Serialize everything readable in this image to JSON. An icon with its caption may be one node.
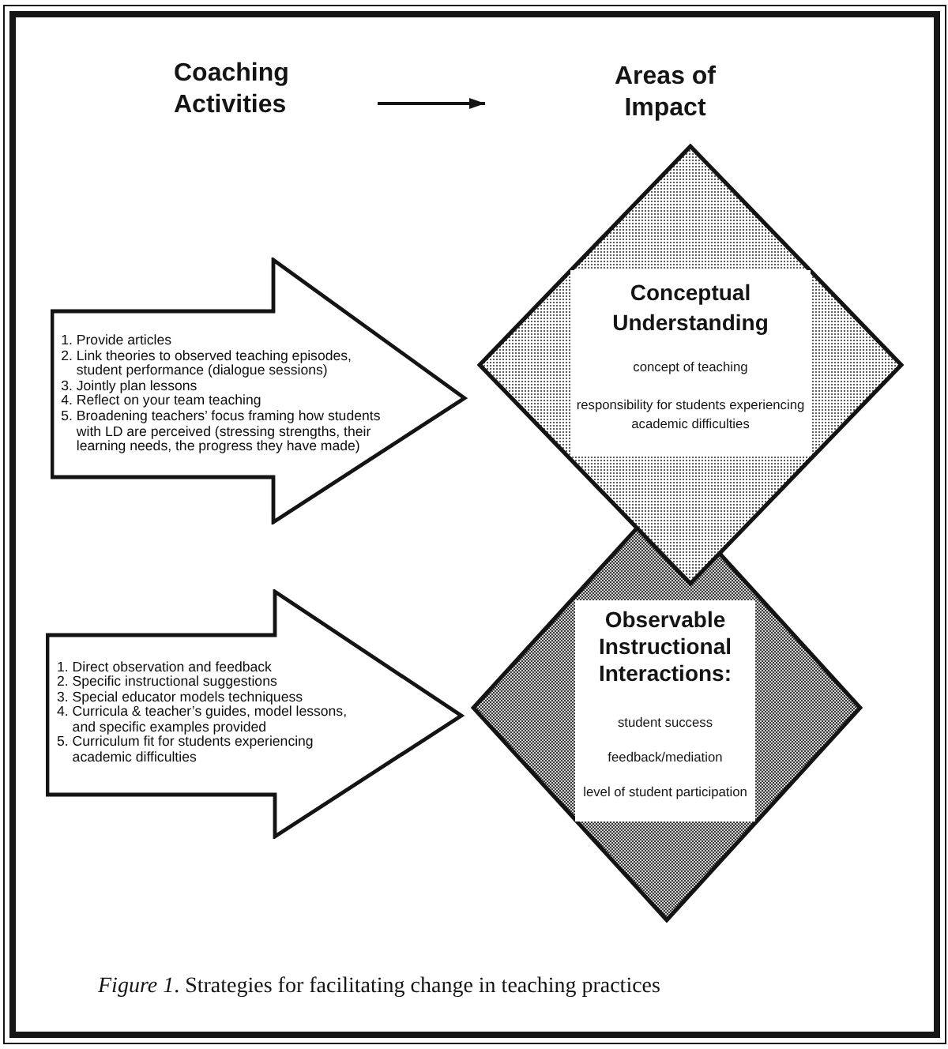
{
  "diagram": {
    "nodes": [
      {
        "text": [
          "Coaching Activities"
        ]
      },
      {
        "text": [
          "Areas of Impact"
        ]
      },
      {
        "text": [
          "1. Provide articles",
          "2. Link theories to observed teaching episodes, student performance (dialogue sessions)",
          "3. Jointly plan lessons",
          "4. Reflect on your team teaching",
          "5. Broadening teachers’ focus framing how students with LD are perceived (stressing strengths, their learning needs, the progress they have made)"
        ]
      },
      {
        "text": [
          "Conceptual Understanding",
          "concept of teaching",
          "responsibility for students experiencing academic difficulties"
        ]
      },
      {
        "text": [
          "1. Direct observation and feedback",
          "2. Specific instructional suggestions",
          "3. Special educator models techniquess",
          "4. Curricula & teacher’s guides, model lessons, and specific examples provided",
          "5. Curriculum fit for students experiencing academic difficulties"
        ]
      },
      {
        "text": [
          "Observable Instructional Interactions:",
          "student success",
          "feedback/mediation",
          "level of student participation"
        ]
      }
    ],
    "edges": [
      {
        "from": 0,
        "to": 1,
        "arrow": "to"
      }
    ],
    "caption": "*Figure 1*. Strategies for facilitating change in teaching practices"
  }
}
